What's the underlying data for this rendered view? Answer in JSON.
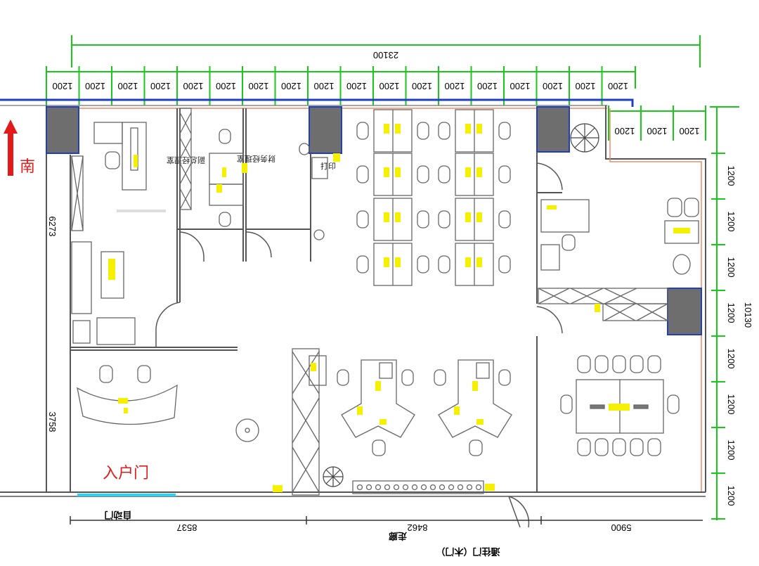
{
  "compass": {
    "label": "南",
    "arrow_color": "#e21a1a"
  },
  "entrance": {
    "label": "入户门",
    "color": "#e21a1a",
    "door_color": "#2fd0f0"
  },
  "dimensions": {
    "overall_width": "23100",
    "bay": "1200",
    "top_bay_count": 18,
    "right_upper_bay_count": 3,
    "overall_height": "10130",
    "right_bay_count": 8,
    "left_upper": "6273",
    "left_lower": "3758",
    "bottom_left": "8537",
    "bottom_mid": "8462",
    "bottom_right": "5900"
  },
  "bottom_labels": {
    "auto_door": "自动门",
    "corridor": "走廊",
    "fire_door": "通往门（木门）"
  },
  "room_labels": {
    "room_a": "副总经理室",
    "room_b": "财务经理室",
    "copier": "打印"
  },
  "colors": {
    "dimension_line": "#19c919",
    "wall": "#555555",
    "wall_outer_blue": "#1f3fbf",
    "wall_outer_red": "#f08a6a",
    "column_fill": "#6e6e6e",
    "furniture_tag": "#f5f000",
    "furniture_stroke": "#666666"
  },
  "icons": [
    "north-arrow-icon",
    "plant-icon"
  ]
}
